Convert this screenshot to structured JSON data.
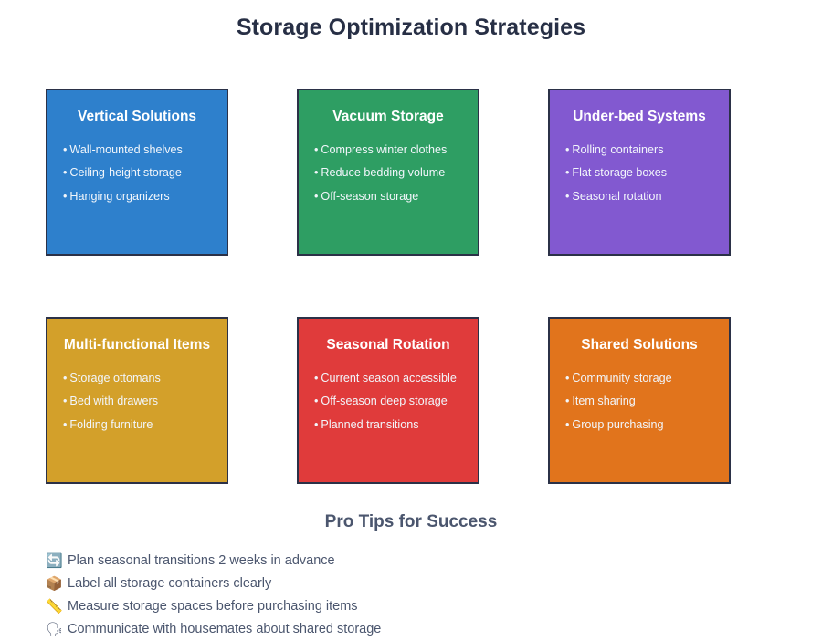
{
  "page": {
    "title": "Storage Optimization Strategies",
    "title_color": "#272f45",
    "background": "#ffffff"
  },
  "cards": [
    {
      "title": "Vertical Solutions",
      "color": "#2e80cc",
      "border_color": "#2b3147",
      "items": [
        "Wall-mounted shelves",
        "Ceiling-height storage",
        "Hanging organizers"
      ]
    },
    {
      "title": "Vacuum Storage",
      "color": "#2e9e63",
      "border_color": "#2b3147",
      "items": [
        "Compress winter clothes",
        "Reduce bedding volume",
        "Off-season storage"
      ]
    },
    {
      "title": "Under-bed Systems",
      "color": "#8259d0",
      "border_color": "#2b3147",
      "items": [
        "Rolling containers",
        "Flat storage boxes",
        "Seasonal rotation"
      ]
    },
    {
      "title": "Multi-functional Items",
      "color": "#d3a02a",
      "border_color": "#2b3147",
      "items": [
        "Storage ottomans",
        "Bed with drawers",
        "Folding furniture"
      ]
    },
    {
      "title": "Seasonal Rotation",
      "color": "#e03b3b",
      "border_color": "#2b3147",
      "items": [
        "Current season accessible",
        "Off-season deep storage",
        "Planned transitions"
      ]
    },
    {
      "title": "Shared Solutions",
      "color": "#e1741c",
      "border_color": "#2b3147",
      "items": [
        "Community storage",
        "Item sharing",
        "Group purchasing"
      ]
    }
  ],
  "bullet_char": "•",
  "tips": {
    "heading": "Pro Tips for Success",
    "heading_color": "#4b566e",
    "text_color": "#4b566e",
    "items": [
      {
        "icon": "🔄",
        "icon_name": "cycle-arrows-icon",
        "text": "Plan seasonal transitions 2 weeks in advance"
      },
      {
        "icon": "📦",
        "icon_name": "package-box-icon",
        "text": "Label all storage containers clearly"
      },
      {
        "icon": "📏",
        "icon_name": "ruler-icon",
        "text": "Measure storage spaces before purchasing items"
      },
      {
        "icon": "🗣",
        "icon_name": "speaking-head-icon",
        "text": "Communicate with housemates about shared storage"
      }
    ]
  }
}
